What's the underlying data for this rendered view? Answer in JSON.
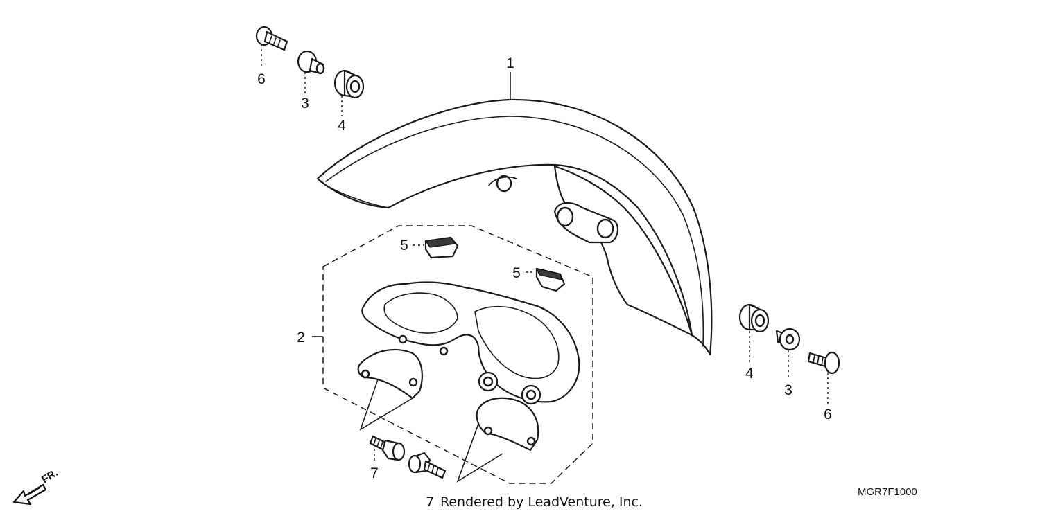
{
  "callouts": {
    "c1": "1",
    "c2": "2",
    "c3_left": "3",
    "c3_right": "3",
    "c4_left": "4",
    "c4_right": "4",
    "c5_a": "5",
    "c5_b": "5",
    "c6_left": "6",
    "c6_right": "6",
    "c7_a": "7",
    "c7_b": "7"
  },
  "direction_label": "FR.",
  "diagram_code": "MGR7F1000",
  "credit_text": "Rendered by LeadVenture, Inc."
}
